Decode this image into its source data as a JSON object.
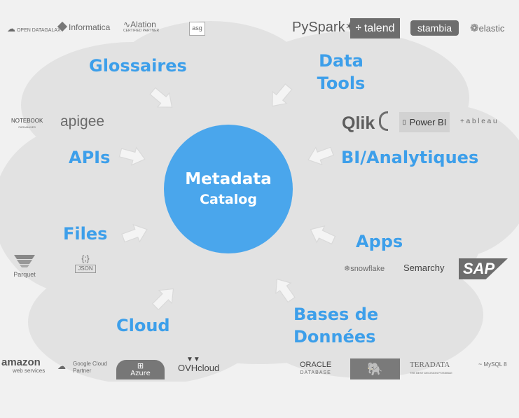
{
  "center": {
    "line1": "Metadata",
    "line2": "Catalog"
  },
  "categories": {
    "glossaires": "Glossaires",
    "data_tools_1": "Data",
    "data_tools_2": "Tools",
    "apis": "APIs",
    "bi": "BI/Analytiques",
    "files": "Files",
    "apps": "Apps",
    "cloud": "Cloud",
    "bases_1": "Bases de",
    "bases_2": "Données"
  },
  "logos": {
    "opendatagalaxy": "OPEN DATAGALAXY",
    "informatica": "Informatica",
    "alation": "Alation",
    "alation_sub": "CERTIFIED PARTNER",
    "asg": "asg",
    "pyspark": "PySpark",
    "talend": "talend",
    "stambia": "stambia",
    "elastic": "elastic",
    "notebook": "NOTEBOOK",
    "notebook_sub": "PARAMAXES",
    "apigee": "apigee",
    "qlik": "Qlik",
    "powerbi": "Power BI",
    "tableau": "+ a b l e a u",
    "parquet": "Parquet",
    "json_glyph": "{;}",
    "json": "JSON",
    "snowflake": "snowflake",
    "semarchy": "Semarchy",
    "sap": "SAP",
    "amazon": "amazon",
    "amazon_sub": "web services",
    "google1": "Google Cloud",
    "google2": "Partner",
    "azure": "Azure",
    "ovh": "OVHcloud",
    "oracle": "ORACLE",
    "oracle_sub": "DATABASE",
    "teradata": "TERADATA",
    "teradata_sub": "THE BEST DECISION POSSIBLE",
    "mysql": "MySQL 8"
  },
  "colors": {
    "accent": "#3d9fea",
    "center_fill": "#4aa6ec",
    "background": "#f1f1f1",
    "logo_gray": "#6d6d6d"
  }
}
